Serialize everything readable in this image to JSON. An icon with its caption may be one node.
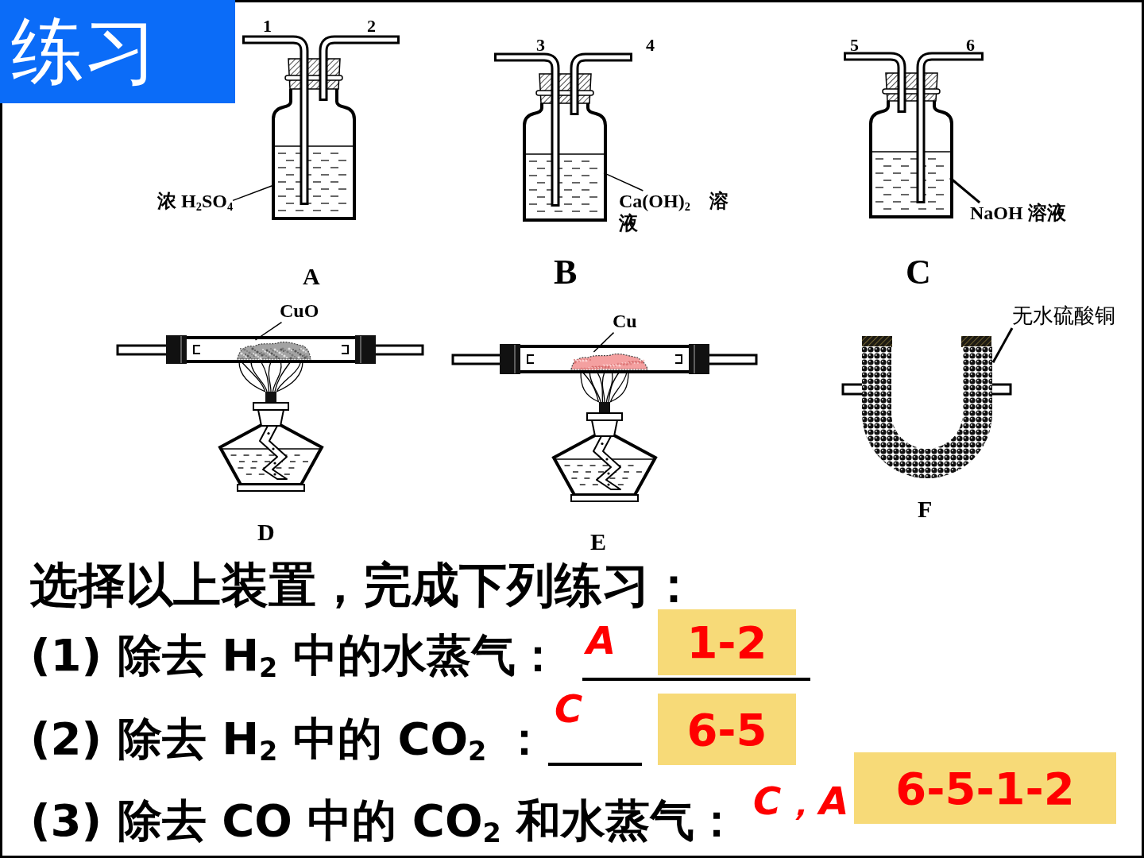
{
  "diagram": {
    "title": "练习",
    "nodes": [
      {
        "text": [
          "浓 H$_{2}$SO$_{4}$"
        ]
      },
      {
        "text": [],
        "shape": "picture"
      },
      {
        "text": [
          "Ca(OH)$_{2}$ 溶液"
        ]
      },
      {
        "text": [],
        "shape": "picture"
      },
      {
        "text": [
          "NaOH 溶液"
        ]
      },
      {
        "text": [],
        "shape": "picture"
      },
      {
        "text": [
          "CuO"
        ]
      },
      {
        "text": [],
        "shape": "picture"
      },
      {
        "text": [
          "Cu"
        ]
      },
      {
        "text": [],
        "shape": "picture"
      },
      {
        "text": [
          "无水硫酸铜"
        ]
      },
      {
        "text": [],
        "shape": "picture"
      }
    ],
    "edges": [
      {
        "from": 0,
        "to": 1,
        "arrow": "none"
      },
      {
        "from": 2,
        "to": 3,
        "arrow": "none"
      },
      {
        "from": 4,
        "to": 5,
        "arrow": "none"
      },
      {
        "from": 6,
        "to": 7,
        "arrow": "none"
      },
      {
        "from": 8,
        "to": 9,
        "arrow": "none"
      },
      {
        "from": 10,
        "to": 11,
        "arrow": "none"
      }
    ],
    "labels": [
      "1",
      "2",
      "3",
      "4",
      "5",
      "6",
      "A",
      "B",
      "C",
      "D",
      "E",
      "F",
      "选择以上装置，完成下列练习：",
      "(1) 除去 H$_{2}$ 中的水蒸气：",
      "A",
      "1-2",
      "(2) 除去 H$_{2}$ 中的 CO$_{2}$ ：",
      "C",
      "6-5",
      "6-5-1-2",
      "(3) 除去 CO 中的 CO$_{2}$ 和水蒸气：",
      "C，A"
    ]
  }
}
